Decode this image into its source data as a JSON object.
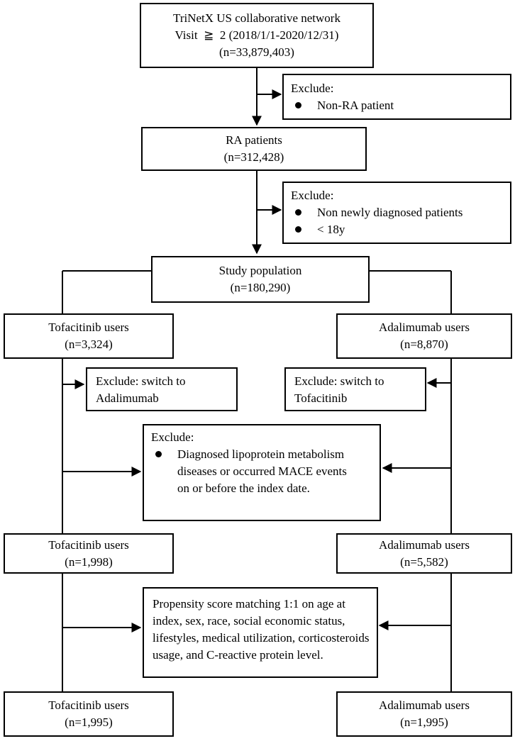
{
  "boxes": {
    "network": {
      "lines": [
        "TriNetX US collaborative network",
        "Visit  ≧  2 (2018/1/1-2020/12/31)",
        "(n=33,879,403)"
      ]
    },
    "exclude1": {
      "title": "Exclude:",
      "bullets": [
        "Non-RA patient"
      ]
    },
    "ra": {
      "lines": [
        "RA patients",
        "(n=312,428)"
      ]
    },
    "exclude2": {
      "title": "Exclude:",
      "bullets": [
        "Non newly diagnosed patients",
        "< 18y"
      ]
    },
    "study": {
      "lines": [
        "Study population",
        "(n=180,290)"
      ]
    },
    "tofa1": {
      "lines": [
        "Tofacitinib users",
        "(n=3,324)"
      ]
    },
    "adal1": {
      "lines": [
        "Adalimumab users",
        "(n=8,870)"
      ]
    },
    "switch_tofa": {
      "lines": [
        "Exclude: switch to",
        "Adalimumab"
      ]
    },
    "switch_adal": {
      "lines": [
        "Exclude: switch to",
        "Tofacitinib"
      ]
    },
    "exclude3": {
      "title": "Exclude:",
      "bullet": "Diagnosed lipoprotein metabolism diseases or occurred MACE events on or before the index date."
    },
    "tofa2": {
      "lines": [
        "Tofacitinib users",
        "(n=1,998)"
      ]
    },
    "adal2": {
      "lines": [
        "Adalimumab users",
        "(n=5,582)"
      ]
    },
    "psm": {
      "text": "Propensity score matching 1:1 on age at index, sex, race, social economic status, lifestyles, medical utilization, corticosteroids usage, and C-reactive protein level."
    },
    "tofa3": {
      "lines": [
        "Tofacitinib users",
        "(n=1,995)"
      ]
    },
    "adal3": {
      "lines": [
        "Adalimumab users",
        "(n=1,995)"
      ]
    }
  }
}
